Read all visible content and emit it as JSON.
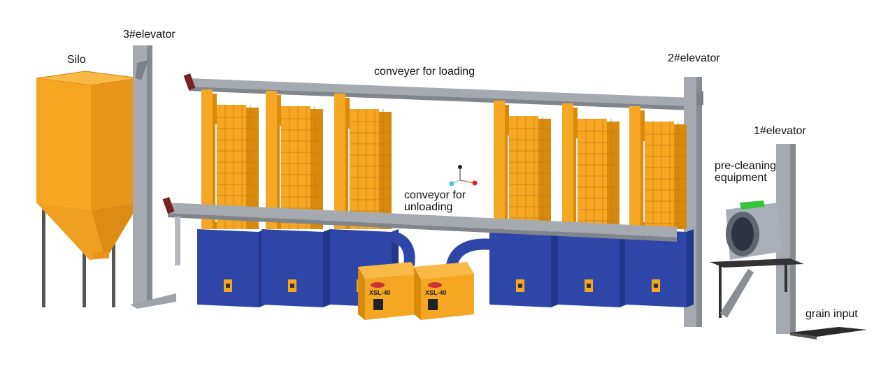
{
  "labels": {
    "silo": "Silo",
    "elevator3": "3#elevator",
    "elevator2": "2#elevator",
    "elevator1": "1#elevator",
    "loading_conveyor": "conveyer for loading",
    "unloading_conveyor_line1": "conveyor for",
    "unloading_conveyor_line2": "unloading",
    "precleaning_line1": "pre-cleaning",
    "precleaning_line2": "equipment",
    "grain_input": "grain input"
  },
  "dryers": {
    "model": "XSL-40",
    "count": 2
  },
  "dryer_towers": {
    "count": 6
  },
  "colors": {
    "tower_orange": "#F5A623",
    "tower_shadow": "#D88A0F",
    "base_blue": "#2E46A8",
    "base_blue_dark": "#22368A",
    "steel_gray": "#9EA3AA",
    "steel_dark": "#7C8188",
    "silo_orange": "#F5A623",
    "precleaner_gray": "#A8AFB8",
    "precleaner_green": "#3BC43B"
  }
}
